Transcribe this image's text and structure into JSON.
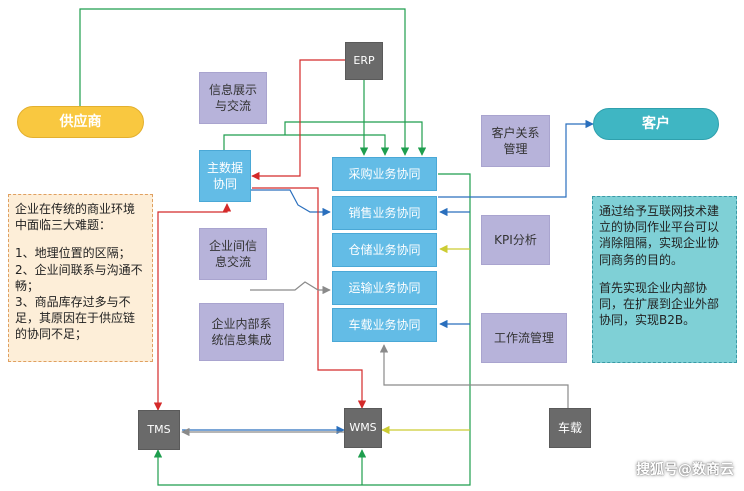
{
  "nodes": {
    "erp": "ERP",
    "tms": "TMS",
    "wms": "WMS",
    "vehicle": "车载",
    "supplier": "供应商",
    "customer": "客户",
    "master_data": "主数据\n协同",
    "info_display": "信息展示\n与交流",
    "inter_company": "企业间信\n息交流",
    "internal_integration": "企业内部系\n统信息集成",
    "crm": "客户关系\n管理",
    "kpi": "KPI分析",
    "workflow": "工作流管理"
  },
  "modules": [
    "采购业务协同",
    "销售业务协同",
    "仓储业务协同",
    "运输业务协同",
    "车载业务协同"
  ],
  "left_note": {
    "intro": "企业在传统的商业环境中面临三大难题：",
    "items": [
      "1、地理位置的区隔；",
      "2、企业间联系与沟通不畅；",
      "3、商品库存过多与不足，其原因在于供应链的协同不足；"
    ]
  },
  "right_note": {
    "p1": "通过给予互联网技术建立的协同作业平台可以消除阻隔，实现企业协同商务的目的。",
    "p2": "首先实现企业内部协同，在扩展到企业外部协同，实现B2B。"
  },
  "watermark": "搜狐号@数商云",
  "colors": {
    "green": "#1e9e4e",
    "red": "#d42a2a",
    "blue": "#2a6fbd",
    "gray": "#8a8a8a",
    "yellow": "#cccc33"
  }
}
